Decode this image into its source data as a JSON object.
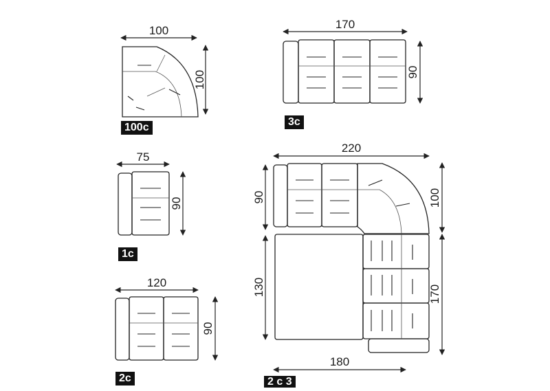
{
  "modules": [
    {
      "id": "100c",
      "label": "100c",
      "width": "100",
      "depth": "100"
    },
    {
      "id": "3c",
      "label": "3c",
      "width": "170",
      "depth": "90"
    },
    {
      "id": "1c",
      "label": "1c",
      "width": "75",
      "depth": "90"
    },
    {
      "id": "2c",
      "label": "2c",
      "width": "120",
      "depth": "90"
    },
    {
      "id": "2c3",
      "label": "2 c 3",
      "width_top": "220",
      "depth_top": "90",
      "corner_depth": "100",
      "chaise_length": "130",
      "side_length": "170",
      "width_bottom": "180"
    }
  ],
  "colors": {
    "line": "#222222",
    "badge_bg": "#111111",
    "badge_text": "#ffffff"
  }
}
